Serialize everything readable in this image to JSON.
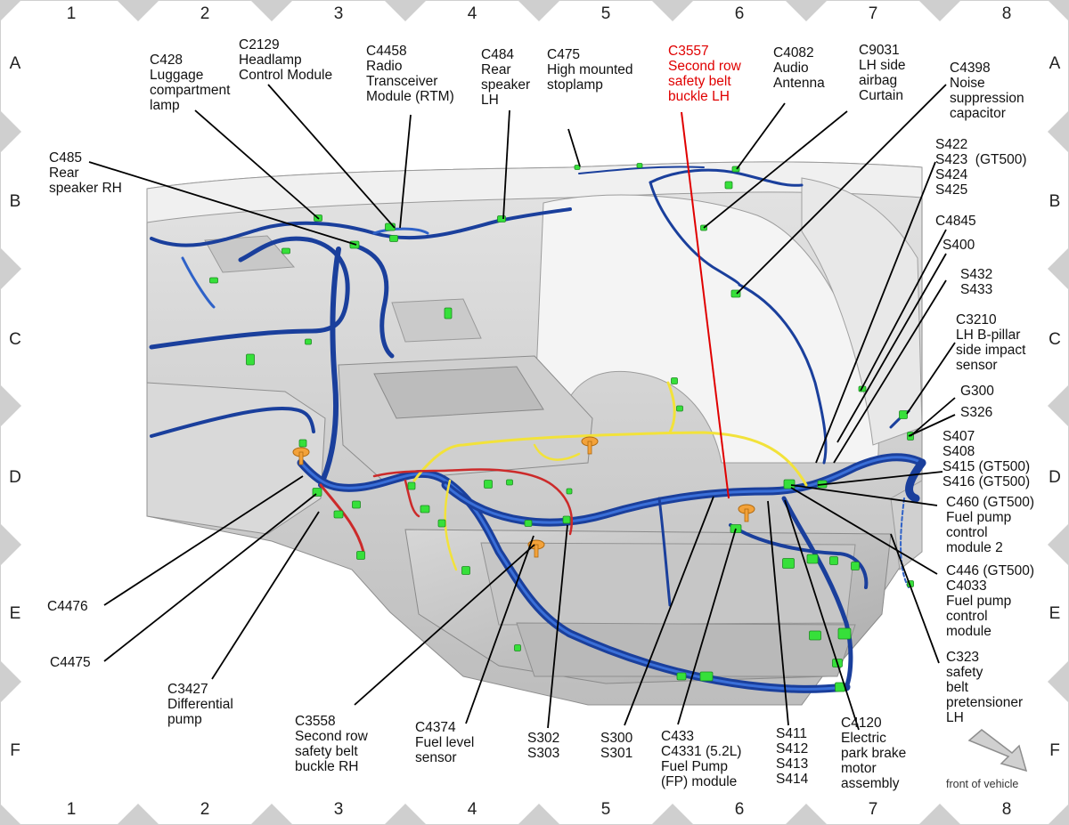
{
  "grid": {
    "columns": [
      "1",
      "2",
      "3",
      "4",
      "5",
      "6",
      "7",
      "8"
    ],
    "rows": [
      "A",
      "B",
      "C",
      "D",
      "E",
      "F"
    ]
  },
  "colors": {
    "harness_main": "#1a3f9c",
    "harness_secondary": "#2f62c8",
    "wire_yellow": "#f2e23a",
    "wire_red": "#cc2a2a",
    "connector": "#36e03a",
    "splice": "#f3a23a",
    "callout_highlight": "#e00000",
    "border_marker": "#cfcfcf"
  },
  "labels": [
    {
      "id": "c428",
      "lines": [
        "C428",
        "Luggage",
        "compartment",
        "lamp"
      ]
    },
    {
      "id": "c2129",
      "lines": [
        "C2129",
        "Headlamp",
        "Control Module"
      ]
    },
    {
      "id": "c4458",
      "lines": [
        "C4458",
        "Radio",
        "Transceiver",
        "Module (RTM)"
      ]
    },
    {
      "id": "c484",
      "lines": [
        "C484",
        "Rear",
        "speaker",
        "LH"
      ]
    },
    {
      "id": "c475",
      "lines": [
        "C475",
        "High mounted",
        "stoplamp"
      ]
    },
    {
      "id": "c3557",
      "lines": [
        "C3557",
        "Second row",
        "safety belt",
        "buckle LH"
      ],
      "highlight": true
    },
    {
      "id": "c4082",
      "lines": [
        "C4082",
        "Audio",
        "Antenna"
      ]
    },
    {
      "id": "c9031",
      "lines": [
        "C9031",
        "LH side",
        "airbag",
        "Curtain"
      ]
    },
    {
      "id": "c4398",
      "lines": [
        "C4398",
        "Noise",
        "suppression",
        "capacitor"
      ]
    },
    {
      "id": "c485",
      "lines": [
        "C485",
        "Rear",
        "speaker RH"
      ]
    },
    {
      "id": "s422",
      "lines": [
        "S422",
        "S423  (GT500)",
        "S424",
        "S425"
      ]
    },
    {
      "id": "c4845",
      "lines": [
        "C4845"
      ]
    },
    {
      "id": "s400",
      "lines": [
        "S400"
      ]
    },
    {
      "id": "s432",
      "lines": [
        "S432",
        "S433"
      ]
    },
    {
      "id": "c3210",
      "lines": [
        "C3210",
        "LH B-pillar",
        "side impact",
        "sensor"
      ]
    },
    {
      "id": "g300",
      "lines": [
        "G300"
      ]
    },
    {
      "id": "s326",
      "lines": [
        "S326"
      ]
    },
    {
      "id": "s407",
      "lines": [
        "S407",
        "S408",
        "S415 (GT500)",
        "S416 (GT500)"
      ]
    },
    {
      "id": "c460",
      "lines": [
        "C460 (GT500)",
        "Fuel pump",
        "control",
        "module 2"
      ]
    },
    {
      "id": "c446",
      "lines": [
        "C446 (GT500)",
        "C4033",
        "Fuel pump",
        "control",
        "module"
      ]
    },
    {
      "id": "c323",
      "lines": [
        "C323",
        "safety",
        "belt",
        "pretensioner",
        "LH"
      ]
    },
    {
      "id": "c4476",
      "lines": [
        "C4476"
      ]
    },
    {
      "id": "c4475",
      "lines": [
        "C4475"
      ]
    },
    {
      "id": "c3427",
      "lines": [
        "C3427",
        "Differential",
        "pump"
      ]
    },
    {
      "id": "c3558",
      "lines": [
        "C3558",
        "Second row",
        "safety belt",
        "buckle RH"
      ]
    },
    {
      "id": "c4374",
      "lines": [
        "C4374",
        "Fuel level",
        "sensor"
      ]
    },
    {
      "id": "s302",
      "lines": [
        "S302",
        "S303"
      ]
    },
    {
      "id": "s300",
      "lines": [
        "S300",
        "S301"
      ]
    },
    {
      "id": "c433",
      "lines": [
        "C433",
        "C4331 (5.2L)",
        "Fuel Pump",
        "(FP) module"
      ]
    },
    {
      "id": "s411",
      "lines": [
        "S411",
        "S412",
        "S413",
        "S414"
      ]
    },
    {
      "id": "c4120",
      "lines": [
        "C4120",
        "Electric",
        "park brake",
        "motor",
        "assembly"
      ]
    }
  ],
  "front_indicator": "front of vehicle"
}
